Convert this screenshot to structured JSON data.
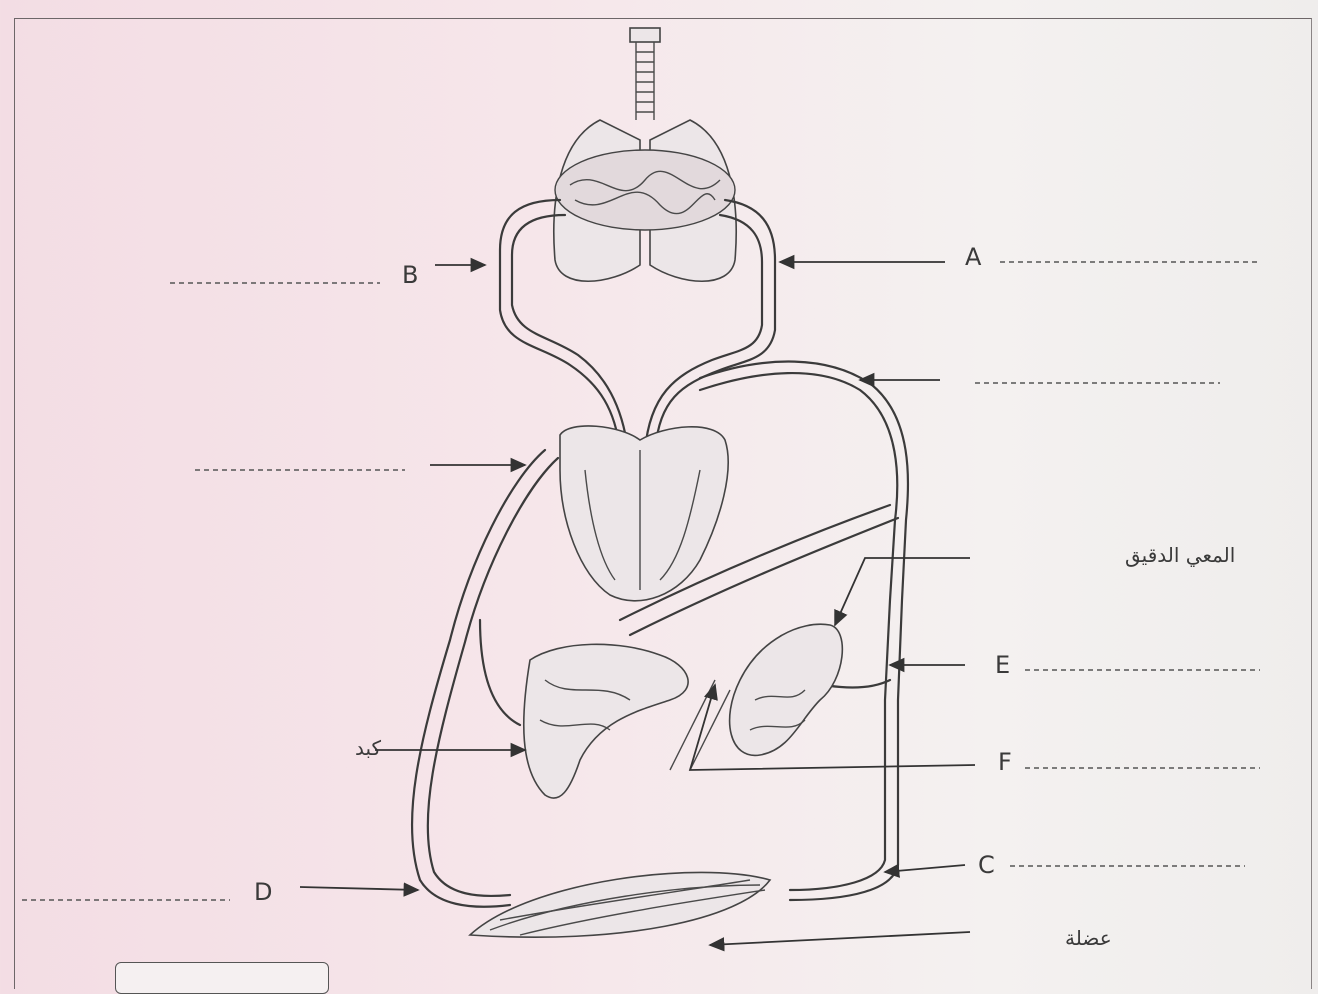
{
  "labels": {
    "A": "A",
    "B": "B",
    "C": "C",
    "D": "D",
    "E": "E",
    "F": "F"
  },
  "organs": {
    "small_intestine": "المعي الدقيق",
    "liver": "كبد",
    "muscle": "عضلة"
  }
}
